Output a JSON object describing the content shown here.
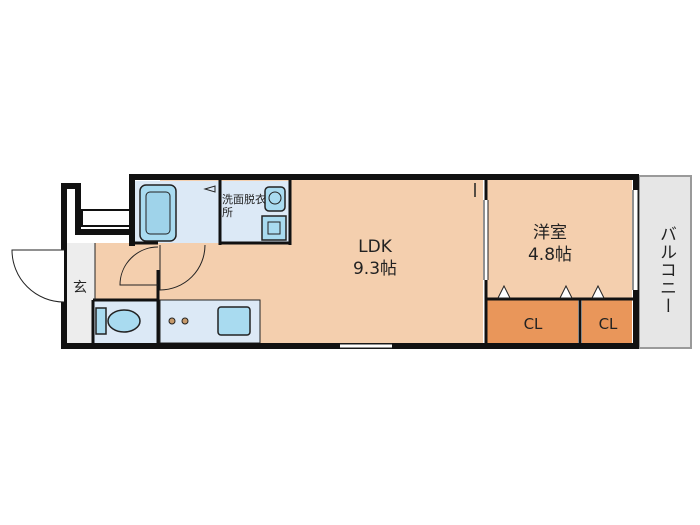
{
  "floor_plan": {
    "rooms": {
      "ldk": {
        "name": "LDK",
        "size": "9.3帖"
      },
      "western": {
        "name": "洋室",
        "size": "4.8帖"
      },
      "washroom": {
        "name": "洗面脱衣所"
      },
      "entrance": {
        "name": "玄"
      },
      "closet_1": {
        "name": "CL"
      },
      "closet_2": {
        "name": "CL"
      },
      "balcony": {
        "name": "バルコニー"
      }
    },
    "colors": {
      "room_floor": "#f4cfae",
      "wet_area": "#dce9f6",
      "fixture": "#a9dbf0",
      "closet": "#e9965a",
      "balcony": "#e6e6e6",
      "wall": "#111111"
    }
  }
}
